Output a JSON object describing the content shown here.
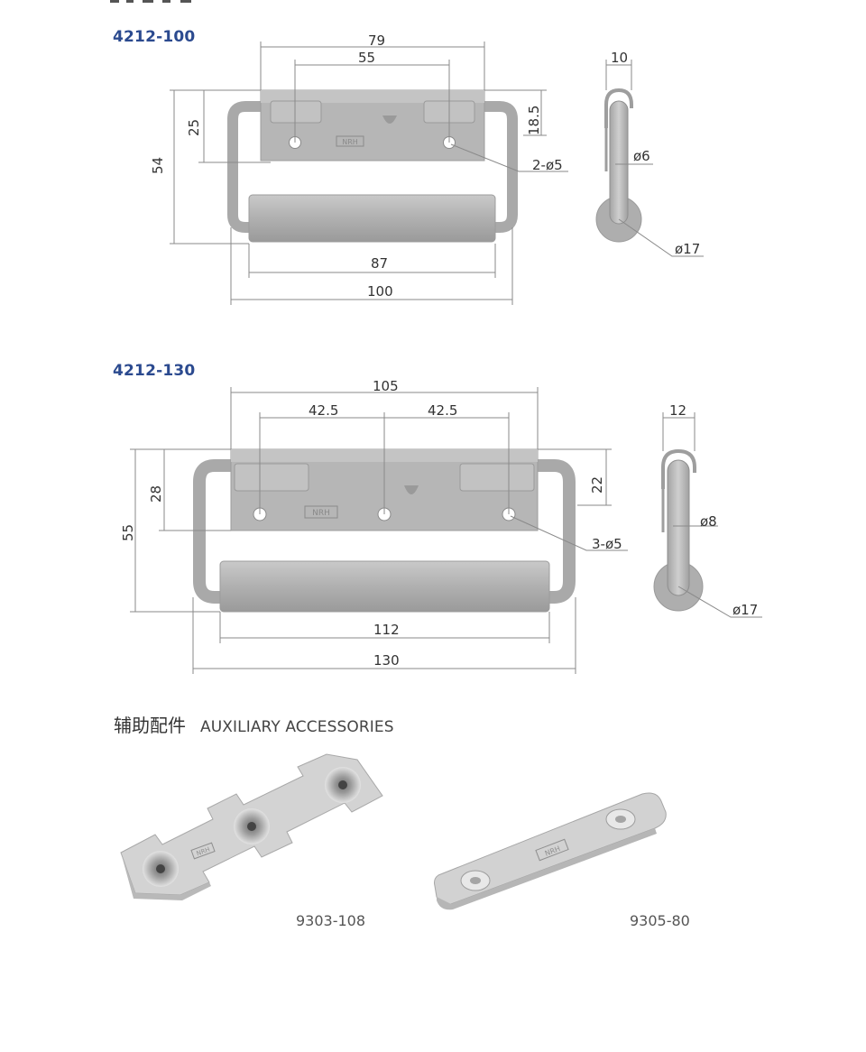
{
  "models": [
    {
      "title": "4212-100",
      "dims": {
        "d1": "79",
        "d2": "55",
        "d3": "25",
        "d4": "54",
        "d5": "18.5",
        "d6": "2-ø5",
        "d7": "87",
        "d8": "100",
        "side_width": "10",
        "side_rod": "ø6",
        "side_roller": "ø17"
      }
    },
    {
      "title": "4212-130",
      "dims": {
        "d1": "105",
        "d2a": "42.5",
        "d2b": "42.5",
        "d3": "28",
        "d4": "55",
        "d5": "22",
        "d6": "3-ø5",
        "d7": "112",
        "d8": "130",
        "side_width": "12",
        "side_rod": "ø8",
        "side_roller": "ø17"
      }
    }
  ],
  "accessories": {
    "heading_zh": "辅助配件",
    "heading_en": "AUXILIARY ACCESSORIES",
    "items": [
      {
        "code": "9303-108"
      },
      {
        "code": "9305-80"
      }
    ]
  },
  "colors": {
    "title_blue": "#2b4a8f",
    "metal": "#b4b4b4",
    "metal_dark": "#8e8e8e",
    "dimension_line": "#8a8a8a"
  },
  "icons": [
    "nrh-logo-icon"
  ]
}
